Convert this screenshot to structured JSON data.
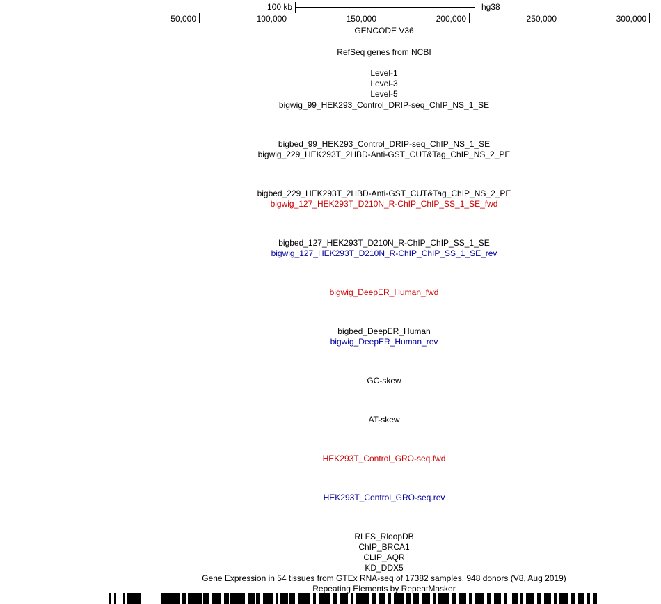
{
  "scale": {
    "size_label": "100 kb",
    "assembly": "hg38"
  },
  "ruler": {
    "ticks": [
      "50,000",
      "100,000",
      "150,000",
      "200,000",
      "250,000",
      "300,000"
    ]
  },
  "tracks": [
    {
      "label": "GENCODE V36",
      "color": "#000000"
    },
    {
      "label": "RefSeq genes from NCBI",
      "color": "#000000"
    },
    {
      "label": "Level-1",
      "color": "#000000"
    },
    {
      "label": "Level-3",
      "color": "#000000"
    },
    {
      "label": "Level-5",
      "color": "#000000"
    },
    {
      "label": "bigwig_99_HEK293_Control_DRIP-seq_ChIP_NS_1_SE",
      "color": "#000000"
    },
    {
      "label": "bigbed_99_HEK293_Control_DRIP-seq_ChIP_NS_1_SE",
      "color": "#000000"
    },
    {
      "label": "bigwig_229_HEK293T_2HBD-Anti-GST_CUT&Tag_ChIP_NS_2_PE",
      "color": "#000000"
    },
    {
      "label": "bigbed_229_HEK293T_2HBD-Anti-GST_CUT&Tag_ChIP_NS_2_PE",
      "color": "#000000"
    },
    {
      "label": "bigwig_127_HEK293T_D210N_R-ChIP_ChIP_SS_1_SE_fwd",
      "color": "#cc0000"
    },
    {
      "label": "bigbed_127_HEK293T_D210N_R-ChIP_ChIP_SS_1_SE",
      "color": "#000000"
    },
    {
      "label": "bigwig_127_HEK293T_D210N_R-ChIP_ChIP_SS_1_SE_rev",
      "color": "#000099"
    },
    {
      "label": "bigwig_DeepER_Human_fwd",
      "color": "#cc0000"
    },
    {
      "label": "bigbed_DeepER_Human",
      "color": "#000000"
    },
    {
      "label": "bigwig_DeepER_Human_rev",
      "color": "#000099"
    },
    {
      "label": "GC-skew",
      "color": "#000000"
    },
    {
      "label": "AT-skew",
      "color": "#000000"
    },
    {
      "label": "HEK293T_Control_GRO-seq.fwd",
      "color": "#cc0000"
    },
    {
      "label": "HEK293T_Control_GRO-seq.rev",
      "color": "#000099"
    },
    {
      "label": "RLFS_RloopDB",
      "color": "#000000"
    },
    {
      "label": "ChIP_BRCA1",
      "color": "#000000"
    },
    {
      "label": "CLIP_AQR",
      "color": "#000000"
    },
    {
      "label": "KD_DDX5",
      "color": "#000000"
    },
    {
      "label": "Gene Expression in 54 tissues from GTEx RNA-seq of 17382 samples, 948 donors (V8, Aug 2019)",
      "color": "#000000"
    },
    {
      "label": "Repeating Elements by RepeatMasker",
      "color": "#000000"
    }
  ]
}
